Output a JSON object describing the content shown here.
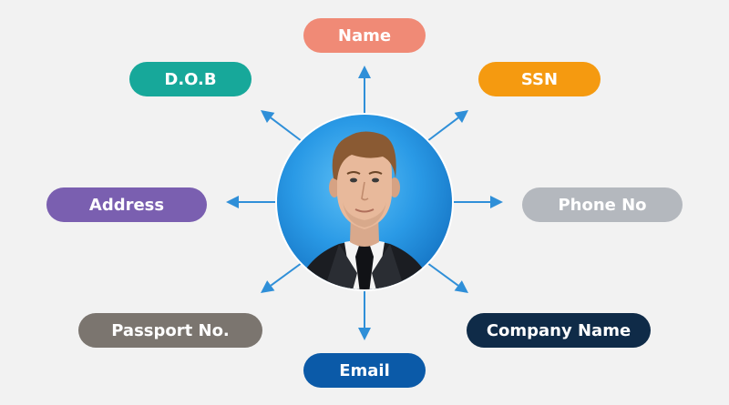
{
  "center": {
    "subject": "person-portrait",
    "circle_color": "#1e88d6"
  },
  "arrow_color": "#2f8fd8",
  "labels": [
    {
      "id": "name",
      "text": "Name",
      "color": "#f08a76"
    },
    {
      "id": "dob",
      "text": "D.O.B",
      "color": "#17a89a"
    },
    {
      "id": "ssn",
      "text": "SSN",
      "color": "#f59a10"
    },
    {
      "id": "address",
      "text": "Address",
      "color": "#7a5fb0"
    },
    {
      "id": "phone",
      "text": "Phone No",
      "color": "#b4b8be"
    },
    {
      "id": "passport",
      "text": "Passport No.",
      "color": "#7b756f"
    },
    {
      "id": "company",
      "text": "Company Name",
      "color": "#0f2b48"
    },
    {
      "id": "email",
      "text": "Email",
      "color": "#0b5aa8"
    }
  ]
}
